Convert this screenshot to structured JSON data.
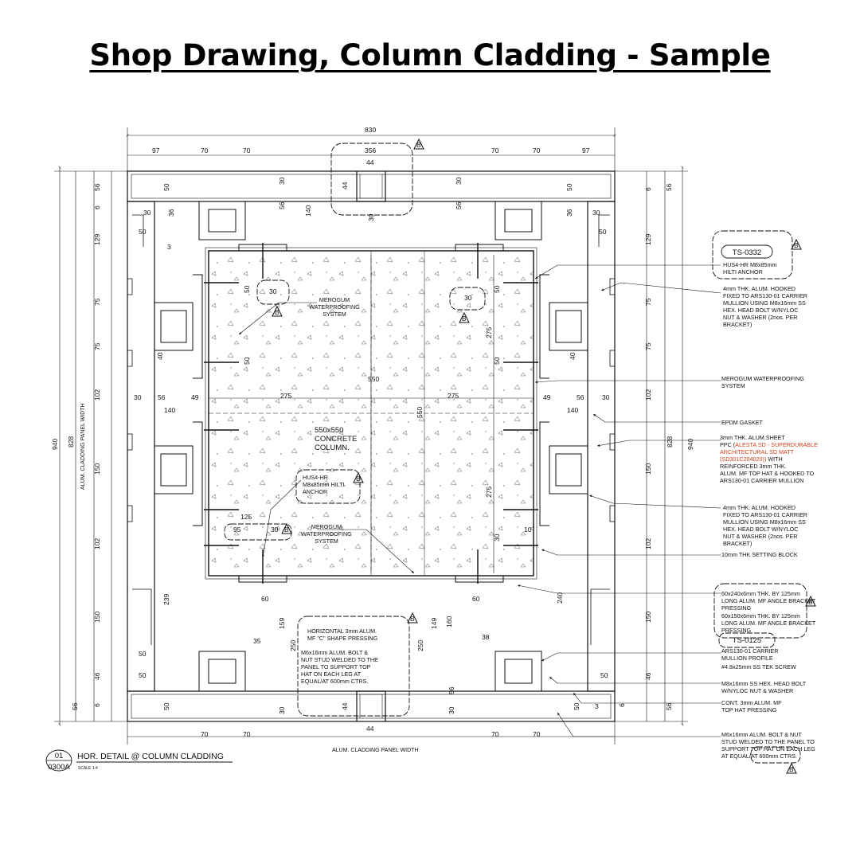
{
  "heading": "Shop Drawing, Column Cladding - Sample",
  "colors": {
    "ink": "#111111",
    "highlight": "#d2401e",
    "background": "#ffffff"
  },
  "drawing": {
    "top_dims": {
      "overall": "830",
      "d1": "97",
      "d2": "70",
      "d3": "70",
      "center": "356",
      "d4": "70",
      "d5": "70",
      "d6": "97",
      "gap": "44"
    },
    "bottom_dims": {
      "d1": "70",
      "d2": "70",
      "gap": "44",
      "d3": "70",
      "d4": "70",
      "label": "ALUM. CLADDING PANEL WIDTH"
    },
    "left_dims": {
      "overall": "940",
      "panel": "828",
      "panel_label": "ALUM. CLADDING PANEL WIDTH",
      "a": "56",
      "b": "6",
      "c": "129",
      "d": "75",
      "e": "75",
      "f": "102",
      "g": "150",
      "h": "102",
      "i": "150",
      "j": "46",
      "k": "6",
      "l": "56"
    },
    "right_dims": {
      "overall": "940",
      "panel": "828",
      "a": "56",
      "b": "6",
      "c": "129",
      "d": "75",
      "e": "75",
      "f": "102",
      "g": "150",
      "h": "102",
      "i": "150",
      "j": "46",
      "k": "6",
      "l": "56"
    },
    "inner_dims": {
      "v140": "140",
      "v275a": "275",
      "v550": "550",
      "v275b": "275",
      "h550": "550",
      "h275a": "275",
      "h275b": "275",
      "d30": "30",
      "d50": "50",
      "d36": "36",
      "d3": "3",
      "d56": "56",
      "d49": "49",
      "d140": "140",
      "d125": "125",
      "d95": "95",
      "d60": "60",
      "d239": "239",
      "d159": "159",
      "d250": "250",
      "d35": "35",
      "d160": "160",
      "d149": "149",
      "d240": "240",
      "d38": "38",
      "d40": "40",
      "d10": "10"
    },
    "column_label": [
      "550x550",
      "CONCRETE",
      "COLUMN."
    ],
    "waterproof_label": [
      "MEROGUM",
      "WATERPROOFING",
      "SYSTEM"
    ],
    "anchor_label": [
      "HUS4-HR",
      "M8x85mm HILTI",
      "ANCHOR"
    ],
    "bolt_note": [
      "M6x16mm ALUM. BOLT &",
      "NUT STUD WELDED TO THE",
      "PANEL TO SUPPORT TOP",
      "HAT ON EACH LEG AT",
      "EQUAL/AT 600mm CTRS."
    ],
    "horizontal_note": [
      "HORIZONTAL 3mm ALUM.",
      "MF \"C\" SHAPE PRESSING"
    ],
    "revision_mark": "B",
    "tag1": "TS-0332",
    "tag2": "TS-0125",
    "callouts": [
      [
        "HUS4-HR  M8x85mm",
        "HILTI ANCHOR"
      ],
      [
        "4mm THK. ALUM. HOOKED",
        "FIXED TO ARS130-01 CARRIER",
        "MULLION USING M8x16mm SS",
        "HEX. HEAD BOLT W/NYLOC",
        "NUT & WASHER (2nos. PER",
        "BRACKET)"
      ],
      [
        "MEROGUM WATERPROOFING",
        "SYSTEM"
      ],
      [
        "EPDM GASKET"
      ],
      [
        "4mm THK. ALUM. HOOKED",
        "FIXED TO ARS130-01 CARRIER",
        "MULLION USING M8x16mm SS",
        "HEX. HEAD BOLT W/NYLOC",
        "NUT & WASHER (2nos. PER",
        "BRACKET)"
      ],
      [
        "10mm THK SETTING BLOCK"
      ],
      [
        "ARS130-01 CARRIER",
        "MULLION PROFILE"
      ],
      [
        "M8x16mm SS HEX. HEAD BOLT",
        "W/NYLOC NUT & WASHER"
      ],
      [
        "CONT. 3mm ALUM. MF",
        "TOP HAT PRESSING"
      ]
    ],
    "sheet_callout": {
      "line1": "3mm THK. ALUM.SHEET",
      "line2_prefix": "PPC (",
      "red1": "ALESTA SD - SUPERDURABLE",
      "red2": "ARCHITECTURAL SD MATT",
      "red3": "(SD301C204020))",
      "line3_suffix": " WITH",
      "line4": "REINFORCED 3mm THK.",
      "line5": "ALUM. MF TOP HAT & HOOKED TO",
      "line6": "ARS130-01 CARRIER MULLION"
    },
    "bracket_notes": [
      [
        "60x240x6mm THK. BY 125mm",
        "LONG ALUM. MF ANGLE BRACKET",
        "PRESSING"
      ],
      [
        "60x150x6mm THK. BY 125mm",
        "LONG ALUM. MF ANGLE BRACKET",
        "PRESSING"
      ]
    ],
    "tek_screw": "#4.8x25mm SS TEK SCREW",
    "bottom_note": [
      "M6x16mm ALUM. BOLT & NUT",
      "STUD WELDED TO THE PANEL TO",
      "SUPPORT TOP HAT ON EACH LEG",
      "AT EQUAL/AT 600mm CTRS."
    ],
    "detail": {
      "number": "01",
      "sheet": "0300A",
      "title": "HOR. DETAIL @ COLUMN CLADDING",
      "scale": "SCALE 1:4"
    }
  }
}
